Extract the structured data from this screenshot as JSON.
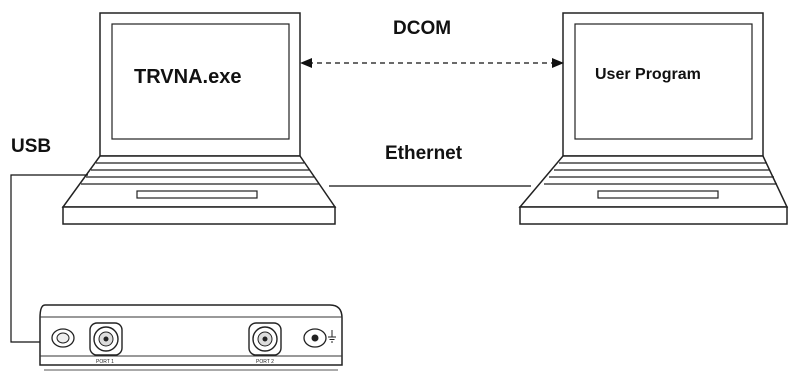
{
  "diagram": {
    "left_laptop": {
      "screen_text": "TRVNA.exe"
    },
    "right_laptop": {
      "screen_text": "User Program"
    },
    "links": {
      "dcom": "DCOM",
      "ethernet": "Ethernet",
      "usb": "USB"
    },
    "device": {
      "port1_label": "PORT 1",
      "port2_label": "PORT 2"
    }
  }
}
